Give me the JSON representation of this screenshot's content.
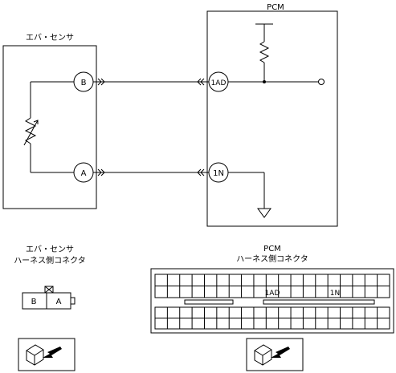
{
  "evap_sensor": {
    "title": "エバ・センサ",
    "pins": [
      "B",
      "A"
    ]
  },
  "pcm": {
    "title": "PCM",
    "pins": [
      "1AD",
      "1N"
    ]
  },
  "connector_views": {
    "sensor_title_line1": "エバ・センサ",
    "sensor_title_line2": "ハーネス側コネクタ",
    "sensor_cells": [
      "B",
      "A"
    ],
    "pcm_title_line1": "PCM",
    "pcm_title_line2": "ハーネス側コネクタ",
    "pcm_cell_labels": [
      "1AD",
      "1N"
    ]
  }
}
